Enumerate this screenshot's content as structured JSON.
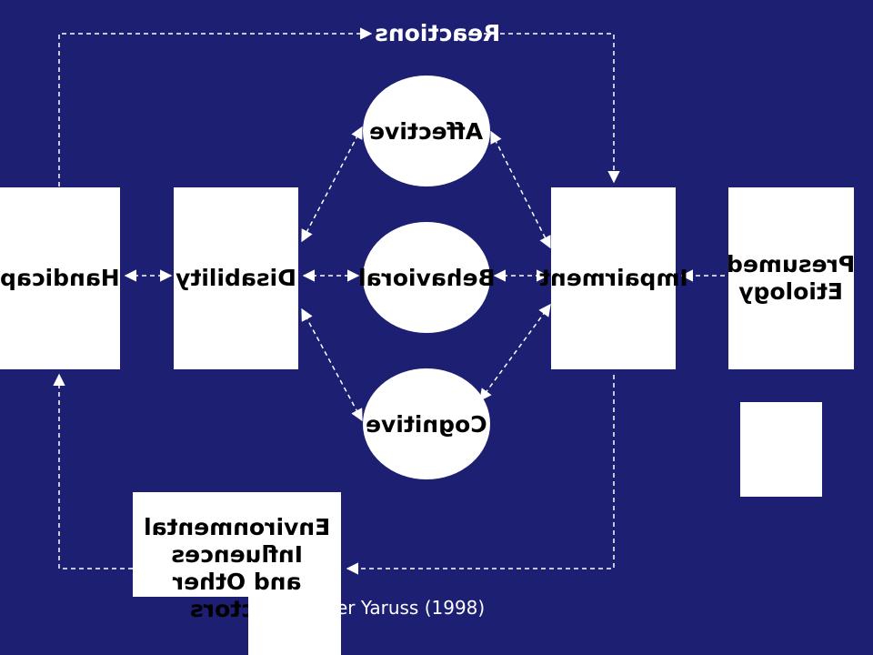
{
  "title": "Reactions",
  "nodes": {
    "presumed_etiology": "Presumed Etiology",
    "impairment": "Impairment",
    "disability": "Disability",
    "handicap": "Handicap",
    "affective": "Affective",
    "behavioral": "Behavioral",
    "cognitive": "Cognitive",
    "environmental": "Environmental Influences and Other Factors"
  },
  "citation": "er Yaruss (1998)",
  "colors": {
    "background": "#1c1f72",
    "box": "#ffffff",
    "line": "#ffffff"
  }
}
